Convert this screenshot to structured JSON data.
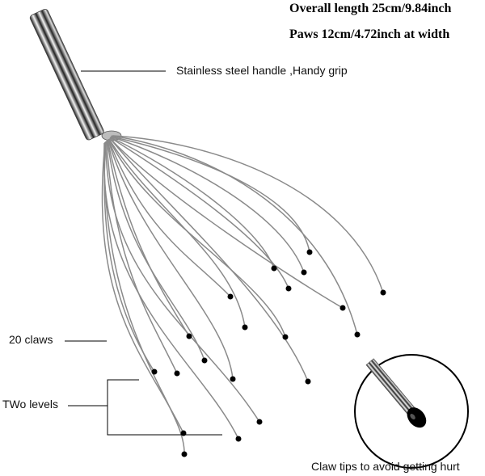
{
  "specs": {
    "overall_length": "Overall length 25cm/9.84inch",
    "paw_width": "Paws 12cm/4.72inch at width"
  },
  "callouts": {
    "handle": "Stainless steel handle ,Handy grip",
    "claws": "20 claws",
    "levels": "TWo levels",
    "tips": "Claw tips to avoid getting hurt"
  },
  "colors": {
    "background": "#ffffff",
    "text": "#000000",
    "steel_light": "#e8e8e8",
    "steel_dark": "#1a1a1a",
    "claw_tip": "#000000"
  },
  "icons": {
    "product": "head-massager-icon",
    "detail": "claw-tip-magnifier-icon"
  }
}
